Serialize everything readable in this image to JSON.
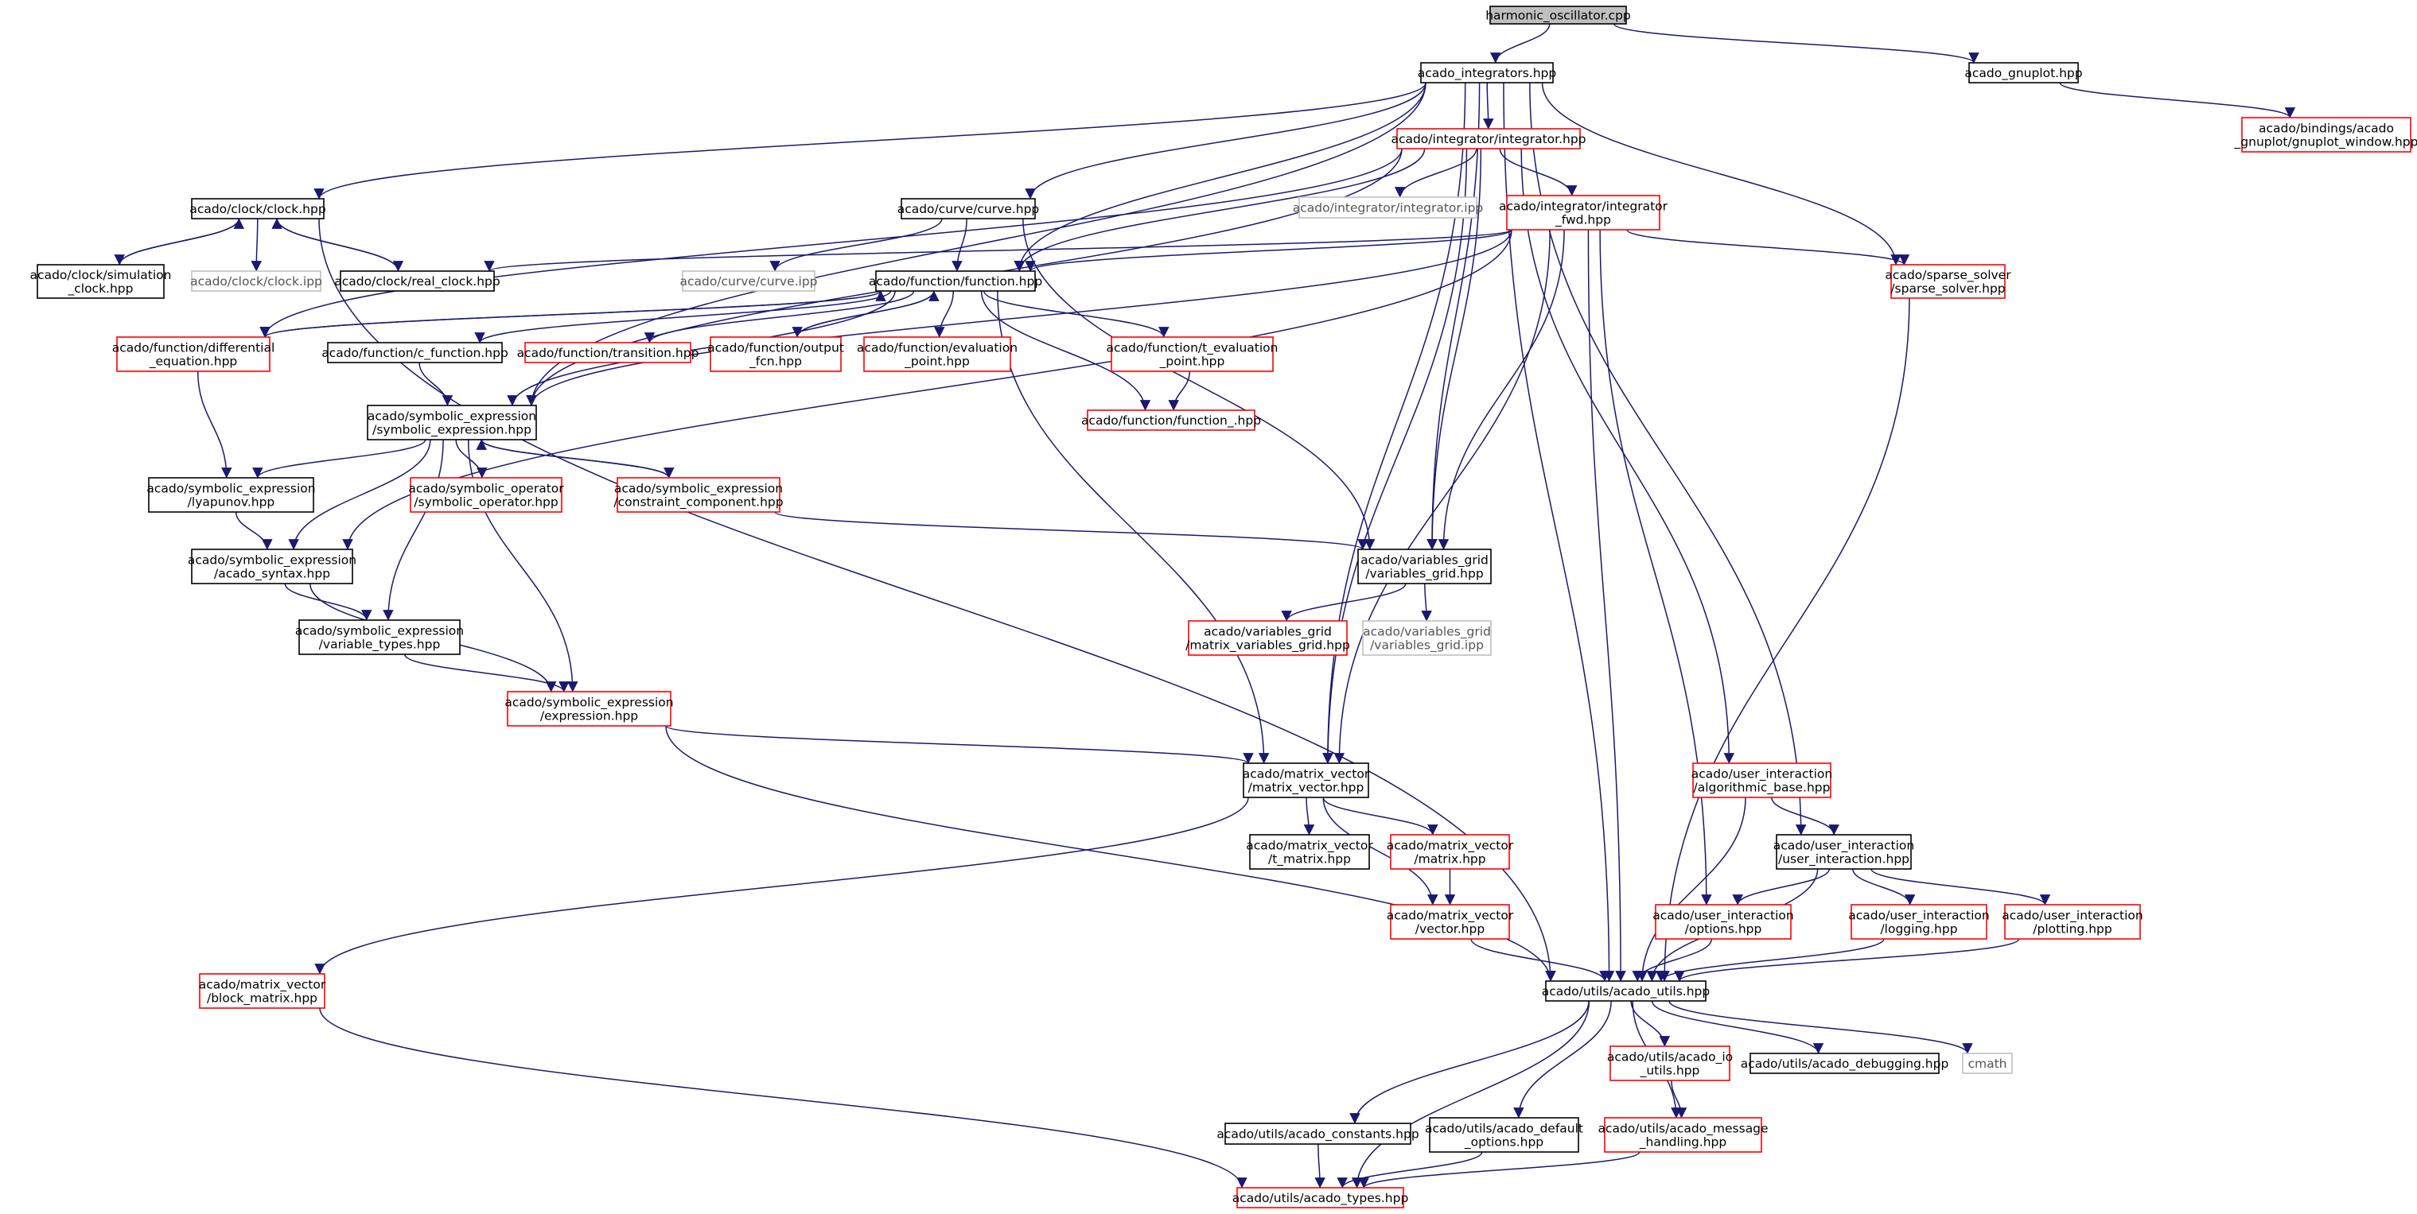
{
  "colors": {
    "edge": "#191970",
    "border_normal": "#000000",
    "border_missing": "#ff0000",
    "border_external": "#bfbfbf",
    "root_fill": "#bfbfbf"
  },
  "nodes": [
    {
      "id": "root",
      "kind": "root",
      "lines": [
        "harmonic_oscillator.cpp"
      ]
    },
    {
      "id": "integrators",
      "kind": "black",
      "lines": [
        "acado_integrators.hpp"
      ]
    },
    {
      "id": "gnuplot",
      "kind": "black",
      "lines": [
        "acado_gnuplot.hpp"
      ]
    },
    {
      "id": "gnuplot_window",
      "kind": "red",
      "lines": [
        "acado/bindings/acado",
        "_gnuplot/gnuplot_window.hpp"
      ]
    },
    {
      "id": "integrator",
      "kind": "red",
      "lines": [
        "acado/integrator/integrator.hpp"
      ]
    },
    {
      "id": "integrator_ipp",
      "kind": "gray",
      "lines": [
        "acado/integrator/integrator.ipp"
      ]
    },
    {
      "id": "integrator_fwd",
      "kind": "red",
      "lines": [
        "acado/integrator/integrator",
        "_fwd.hpp"
      ]
    },
    {
      "id": "clock",
      "kind": "black",
      "lines": [
        "acado/clock/clock.hpp"
      ]
    },
    {
      "id": "sim_clock",
      "kind": "black",
      "lines": [
        "acado/clock/simulation",
        "_clock.hpp"
      ]
    },
    {
      "id": "clock_ipp",
      "kind": "gray",
      "lines": [
        "acado/clock/clock.ipp"
      ]
    },
    {
      "id": "real_clock",
      "kind": "black",
      "lines": [
        "acado/clock/real_clock.hpp"
      ]
    },
    {
      "id": "curve",
      "kind": "black",
      "lines": [
        "acado/curve/curve.hpp"
      ]
    },
    {
      "id": "curve_ipp",
      "kind": "gray",
      "lines": [
        "acado/curve/curve.ipp"
      ]
    },
    {
      "id": "function",
      "kind": "black",
      "lines": [
        "acado/function/function.hpp"
      ]
    },
    {
      "id": "sparse_solver",
      "kind": "red",
      "lines": [
        "acado/sparse_solver",
        "/sparse_solver.hpp"
      ]
    },
    {
      "id": "diff_eq",
      "kind": "red",
      "lines": [
        "acado/function/differential",
        "_equation.hpp"
      ]
    },
    {
      "id": "c_function",
      "kind": "black",
      "lines": [
        "acado/function/c_function.hpp"
      ]
    },
    {
      "id": "transition",
      "kind": "red",
      "lines": [
        "acado/function/transition.hpp"
      ]
    },
    {
      "id": "output_fcn",
      "kind": "red",
      "lines": [
        "acado/function/output",
        "_fcn.hpp"
      ]
    },
    {
      "id": "eval_point",
      "kind": "red",
      "lines": [
        "acado/function/evaluation",
        "_point.hpp"
      ]
    },
    {
      "id": "t_eval_point",
      "kind": "red",
      "lines": [
        "acado/function/t_evaluation",
        "_point.hpp"
      ]
    },
    {
      "id": "function_",
      "kind": "red",
      "lines": [
        "acado/function/function_.hpp"
      ]
    },
    {
      "id": "sym_expr",
      "kind": "black",
      "lines": [
        "acado/symbolic_expression",
        "/symbolic_expression.hpp"
      ]
    },
    {
      "id": "lyapunov",
      "kind": "black",
      "lines": [
        "acado/symbolic_expression",
        "/lyapunov.hpp"
      ]
    },
    {
      "id": "sym_operator",
      "kind": "red",
      "lines": [
        "acado/symbolic_operator",
        "/symbolic_operator.hpp"
      ]
    },
    {
      "id": "constraint_comp",
      "kind": "red",
      "lines": [
        "acado/symbolic_expression",
        "/constraint_component.hpp"
      ]
    },
    {
      "id": "variables_grid",
      "kind": "black",
      "lines": [
        "acado/variables_grid",
        "/variables_grid.hpp"
      ]
    },
    {
      "id": "acado_syntax",
      "kind": "black",
      "lines": [
        "acado/symbolic_expression",
        "/acado_syntax.hpp"
      ]
    },
    {
      "id": "matrix_vars_grid",
      "kind": "red",
      "lines": [
        "acado/variables_grid",
        "/matrix_variables_grid.hpp"
      ]
    },
    {
      "id": "variables_grid_ipp",
      "kind": "gray",
      "lines": [
        "acado/variables_grid",
        "/variables_grid.ipp"
      ]
    },
    {
      "id": "variable_types",
      "kind": "black",
      "lines": [
        "acado/symbolic_expression",
        "/variable_types.hpp"
      ]
    },
    {
      "id": "expression",
      "kind": "red",
      "lines": [
        "acado/symbolic_expression",
        "/expression.hpp"
      ]
    },
    {
      "id": "matrix_vector",
      "kind": "black",
      "lines": [
        "acado/matrix_vector",
        "/matrix_vector.hpp"
      ]
    },
    {
      "id": "algorithmic_base",
      "kind": "red",
      "lines": [
        "acado/user_interaction",
        "/algorithmic_base.hpp"
      ]
    },
    {
      "id": "t_matrix",
      "kind": "black",
      "lines": [
        "acado/matrix_vector",
        "/t_matrix.hpp"
      ]
    },
    {
      "id": "matrix",
      "kind": "red",
      "lines": [
        "acado/matrix_vector",
        "/matrix.hpp"
      ]
    },
    {
      "id": "user_interaction",
      "kind": "black",
      "lines": [
        "acado/user_interaction",
        "/user_interaction.hpp"
      ]
    },
    {
      "id": "vector",
      "kind": "red",
      "lines": [
        "acado/matrix_vector",
        "/vector.hpp"
      ]
    },
    {
      "id": "options",
      "kind": "red",
      "lines": [
        "acado/user_interaction",
        "/options.hpp"
      ]
    },
    {
      "id": "logging",
      "kind": "red",
      "lines": [
        "acado/user_interaction",
        "/logging.hpp"
      ]
    },
    {
      "id": "plotting",
      "kind": "red",
      "lines": [
        "acado/user_interaction",
        "/plotting.hpp"
      ]
    },
    {
      "id": "block_matrix",
      "kind": "red",
      "lines": [
        "acado/matrix_vector",
        "/block_matrix.hpp"
      ]
    },
    {
      "id": "acado_utils",
      "kind": "black",
      "lines": [
        "acado/utils/acado_utils.hpp"
      ]
    },
    {
      "id": "io_utils",
      "kind": "red",
      "lines": [
        "acado/utils/acado_io",
        "_utils.hpp"
      ]
    },
    {
      "id": "debugging",
      "kind": "black",
      "lines": [
        "acado/utils/acado_debugging.hpp"
      ]
    },
    {
      "id": "cmath",
      "kind": "gray",
      "lines": [
        "cmath"
      ]
    },
    {
      "id": "constants",
      "kind": "black",
      "lines": [
        "acado/utils/acado_constants.hpp"
      ]
    },
    {
      "id": "default_options",
      "kind": "black",
      "lines": [
        "acado/utils/acado_default",
        "_options.hpp"
      ]
    },
    {
      "id": "message_handling",
      "kind": "red",
      "lines": [
        "acado/utils/acado_message",
        "_handling.hpp"
      ]
    },
    {
      "id": "acado_types",
      "kind": "red",
      "lines": [
        "acado/utils/acado_types.hpp"
      ]
    }
  ],
  "edges": [
    [
      "root",
      "integrators"
    ],
    [
      "root",
      "gnuplot"
    ],
    [
      "gnuplot",
      "gnuplot_window"
    ],
    [
      "integrators",
      "integrator"
    ],
    [
      "integrators",
      "clock"
    ],
    [
      "integrators",
      "curve"
    ],
    [
      "integrators",
      "function"
    ],
    [
      "integrators",
      "sym_expr"
    ],
    [
      "integrators",
      "variables_grid"
    ],
    [
      "integrators",
      "matrix_vector"
    ],
    [
      "integrators",
      "user_interaction"
    ],
    [
      "integrators",
      "sparse_solver"
    ],
    [
      "integrators",
      "acado_utils"
    ],
    [
      "integrator",
      "integrator_ipp"
    ],
    [
      "integrator",
      "integrator_fwd"
    ],
    [
      "integrator",
      "function"
    ],
    [
      "integrator",
      "sym_expr"
    ],
    [
      "integrator",
      "variables_grid"
    ],
    [
      "integrator",
      "matrix_vector"
    ],
    [
      "integrator",
      "algorithmic_base"
    ],
    [
      "integrator",
      "diff_eq"
    ],
    [
      "integrator_fwd",
      "real_clock"
    ],
    [
      "integrator_fwd",
      "function"
    ],
    [
      "integrator_fwd",
      "sparse_solver"
    ],
    [
      "integrator_fwd",
      "sym_expr"
    ],
    [
      "integrator_fwd",
      "variables_grid"
    ],
    [
      "integrator_fwd",
      "matrix_vector"
    ],
    [
      "integrator_fwd",
      "options"
    ],
    [
      "integrator_fwd",
      "acado_utils"
    ],
    [
      "integrator_fwd",
      "acado_syntax"
    ],
    [
      "clock",
      "sim_clock"
    ],
    [
      "sim_clock",
      "clock"
    ],
    [
      "clock",
      "clock_ipp"
    ],
    [
      "clock",
      "real_clock"
    ],
    [
      "real_clock",
      "clock"
    ],
    [
      "clock",
      "acado_utils"
    ],
    [
      "curve",
      "curve_ipp"
    ],
    [
      "curve",
      "function"
    ],
    [
      "curve",
      "variables_grid"
    ],
    [
      "function",
      "diff_eq"
    ],
    [
      "diff_eq",
      "function"
    ],
    [
      "function",
      "c_function"
    ],
    [
      "function",
      "transition"
    ],
    [
      "function",
      "output_fcn"
    ],
    [
      "output_fcn",
      "function"
    ],
    [
      "function",
      "eval_point"
    ],
    [
      "function",
      "t_eval_point"
    ],
    [
      "function",
      "function_"
    ],
    [
      "function",
      "matrix_vector"
    ],
    [
      "function",
      "sym_expr"
    ],
    [
      "c_function",
      "sym_expr"
    ],
    [
      "t_eval_point",
      "function_"
    ],
    [
      "diff_eq",
      "lyapunov"
    ],
    [
      "sym_expr",
      "lyapunov"
    ],
    [
      "sym_expr",
      "sym_operator"
    ],
    [
      "sym_expr",
      "constraint_comp"
    ],
    [
      "constraint_comp",
      "sym_expr"
    ],
    [
      "sym_expr",
      "acado_syntax"
    ],
    [
      "sym_expr",
      "variable_types"
    ],
    [
      "sym_expr",
      "expression"
    ],
    [
      "lyapunov",
      "acado_syntax"
    ],
    [
      "acado_syntax",
      "variable_types"
    ],
    [
      "acado_syntax",
      "expression"
    ],
    [
      "constraint_comp",
      "variables_grid"
    ],
    [
      "variable_types",
      "expression"
    ],
    [
      "variables_grid",
      "matrix_vars_grid"
    ],
    [
      "variables_grid",
      "variables_grid_ipp"
    ],
    [
      "expression",
      "matrix_vector"
    ],
    [
      "expression",
      "acado_utils"
    ],
    [
      "matrix_vector",
      "t_matrix"
    ],
    [
      "matrix_vector",
      "matrix"
    ],
    [
      "matrix_vector",
      "vector"
    ],
    [
      "matrix_vector",
      "block_matrix"
    ],
    [
      "matrix",
      "vector"
    ],
    [
      "vector",
      "acado_utils"
    ],
    [
      "algorithmic_base",
      "user_interaction"
    ],
    [
      "algorithmic_base",
      "acado_utils"
    ],
    [
      "user_interaction",
      "options"
    ],
    [
      "user_interaction",
      "logging"
    ],
    [
      "user_interaction",
      "plotting"
    ],
    [
      "user_interaction",
      "acado_utils"
    ],
    [
      "options",
      "acado_utils"
    ],
    [
      "logging",
      "acado_utils"
    ],
    [
      "plotting",
      "acado_utils"
    ],
    [
      "sparse_solver",
      "acado_utils"
    ],
    [
      "block_matrix",
      "acado_types"
    ],
    [
      "acado_utils",
      "io_utils"
    ],
    [
      "acado_utils",
      "debugging"
    ],
    [
      "acado_utils",
      "cmath"
    ],
    [
      "acado_utils",
      "constants"
    ],
    [
      "acado_utils",
      "default_options"
    ],
    [
      "acado_utils",
      "message_handling"
    ],
    [
      "acado_utils",
      "acado_types"
    ],
    [
      "io_utils",
      "message_handling"
    ],
    [
      "constants",
      "acado_types"
    ],
    [
      "default_options",
      "acado_types"
    ],
    [
      "message_handling",
      "acado_types"
    ]
  ]
}
